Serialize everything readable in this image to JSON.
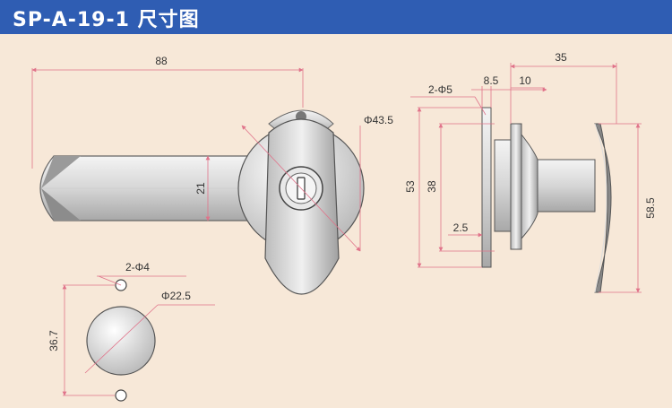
{
  "header": {
    "title": "SP-A-19-1  尺寸图"
  },
  "dimensions": {
    "front_length": "88",
    "front_height": "21",
    "knob_dia": "Φ43.5",
    "holes_label": "2-Φ4",
    "cutout_dia": "Φ22.5",
    "hole_spacing": "36.7",
    "side_holes": "2-Φ5",
    "side_width": "35",
    "side_dim_a": "8.5",
    "side_dim_b": "10",
    "side_height_outer": "53",
    "side_height_inner": "38",
    "side_plate": "2.5",
    "side_handle_height": "58.5"
  },
  "colors": {
    "header": "#2f5db3",
    "background": "#f7e8d8",
    "dim_line": "#e0738a"
  }
}
